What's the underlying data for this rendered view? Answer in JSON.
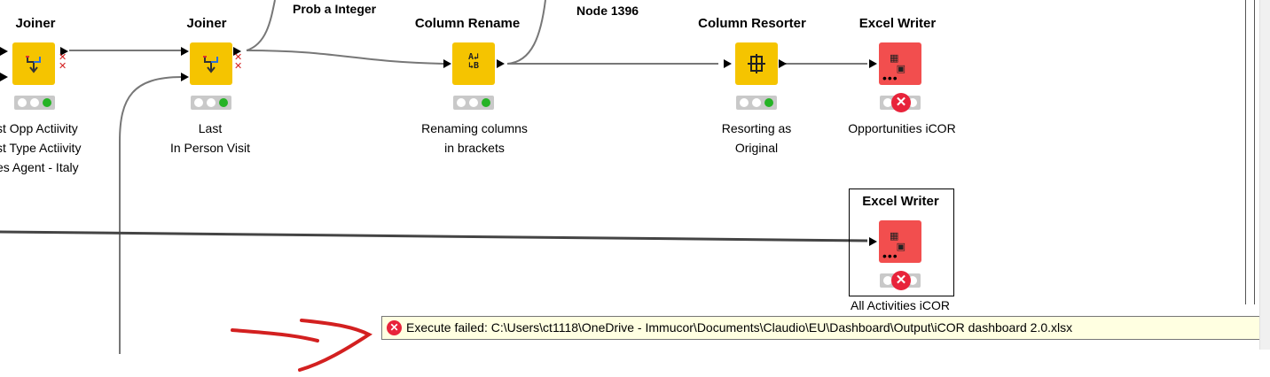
{
  "nodes": {
    "joiner1": {
      "title": "Joiner",
      "annotation": [
        "st Opp Actiivity",
        "st Type Actiivity",
        "es Agent - Italy"
      ],
      "icon": "joiner-icon"
    },
    "joiner2": {
      "title": "Joiner",
      "annotation": [
        "Last",
        "In Person Visit"
      ],
      "icon": "joiner-icon"
    },
    "prob": {
      "annotation": "Prob a Integer"
    },
    "rename": {
      "title": "Column Rename",
      "annotation": [
        "Renaming columns",
        "in brackets"
      ],
      "icon": "column-rename-icon",
      "icon_text": "A↲\nB"
    },
    "node1396": {
      "annotation": "Node 1396"
    },
    "resorter": {
      "title": "Column Resorter",
      "annotation": [
        "Resorting as",
        "Original"
      ],
      "icon": "column-resorter-icon"
    },
    "excel1": {
      "title": "Excel Writer",
      "annotation": "Opportunities iCOR",
      "icon": "excel-writer-icon",
      "status": "error"
    },
    "excel2": {
      "title": "Excel Writer",
      "annotation": "All Activities iCOR",
      "icon": "excel-writer-icon",
      "status": "error"
    }
  },
  "tooltip": {
    "text": "Execute failed: C:\\Users\\ct1118\\OneDrive - Immucor\\Documents\\Claudio\\EU\\Dashboard\\Output\\iCOR dashboard 2.0.xlsx",
    "icon": "error-icon"
  },
  "colors": {
    "node_yellow": "#f5c400",
    "node_red": "#f24e4e",
    "status_green": "#25b325",
    "error_red": "#e8233a",
    "tooltip_bg": "#ffffe1",
    "annotation_arrow": "#d32020"
  }
}
